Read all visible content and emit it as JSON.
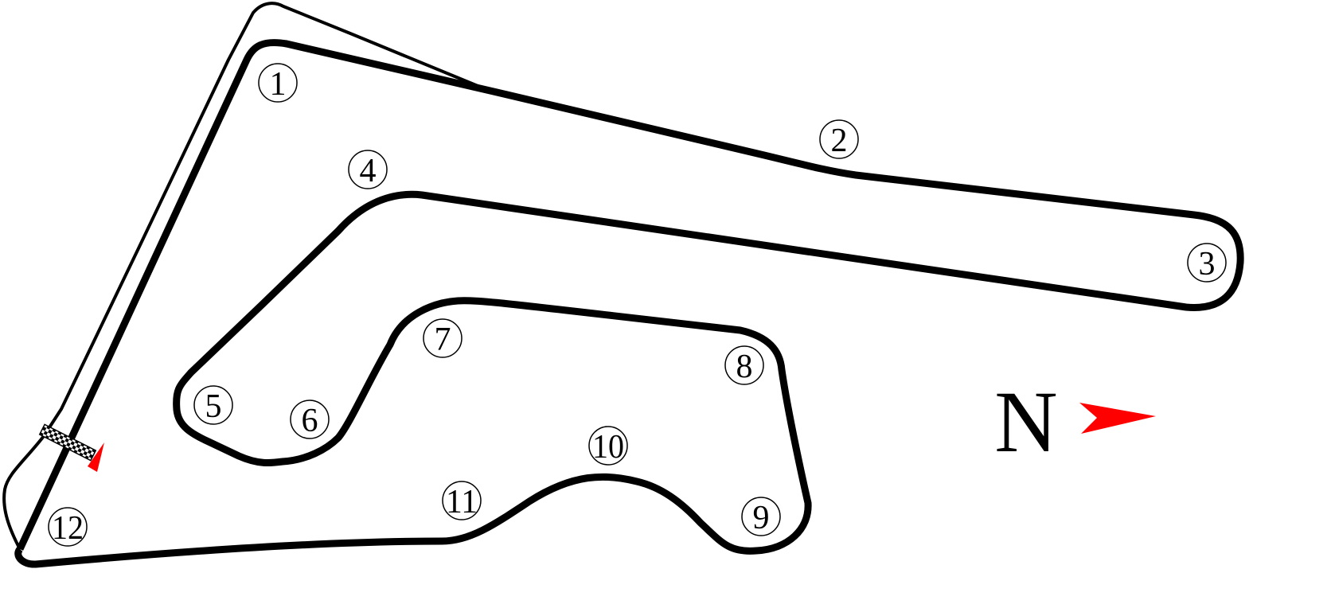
{
  "diagram": {
    "type": "race-circuit-map",
    "turns": [
      "1",
      "2",
      "3",
      "4",
      "5",
      "6",
      "7",
      "8",
      "9",
      "10",
      "11",
      "12"
    ],
    "north_label": "N",
    "colors": {
      "track": "#000000",
      "marker": "#ff0000",
      "background": "#ffffff"
    }
  }
}
